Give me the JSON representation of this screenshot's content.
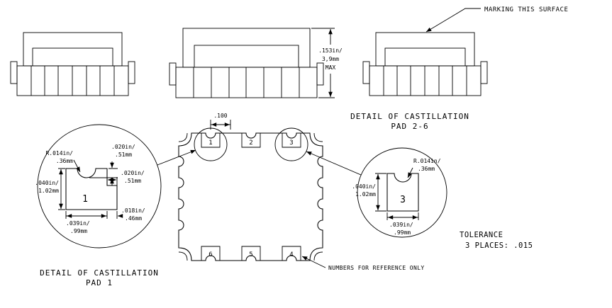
{
  "views": {
    "marking_note": "MARKING THIS SURFACE",
    "height_dim": {
      "l1": ".153in/",
      "l2": "3,9mm",
      "l3": "MAX"
    }
  },
  "main_view": {
    "pitch_dim": ".100",
    "pads_top": [
      "1",
      "2",
      "3"
    ],
    "pads_bottom": [
      "6",
      "5",
      "4"
    ],
    "numbers_note": "NUMBERS FOR REFERENCE ONLY"
  },
  "detail_pad1": {
    "title_l1": "DETAIL OF CASTILLATION",
    "title_l2": "PAD 1",
    "pad_label": "1",
    "radius_l1": "R.014in/",
    "radius_l2": ".36mm",
    "notch_depth_l1": ".020in/",
    "notch_depth_l2": ".51mm",
    "step_w_l1": ".020in/",
    "step_w_l2": ".51mm",
    "height_l1": ".040in/",
    "height_l2": "1.02mm",
    "step_h_l1": ".018in/",
    "step_h_l2": ".46mm",
    "width_l1": ".039in/",
    "width_l2": ".99mm"
  },
  "detail_pad26": {
    "title_l1": "DETAIL OF CASTILLATION",
    "title_l2": "PAD 2-6",
    "pad_label": "3",
    "radius_l1": "R.014in/",
    "radius_l2": ".36mm",
    "height_l1": ".040in/",
    "height_l2": "1.02mm",
    "width_l1": ".039in/",
    "width_l2": ".99mm"
  },
  "notes": {
    "tolerance_l1": "TOLERANCE",
    "tolerance_l2": "3 PLACES: .015"
  }
}
